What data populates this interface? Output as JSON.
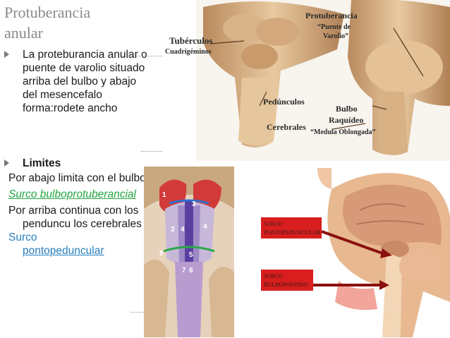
{
  "slide": {
    "title_line1": "Protuberancia",
    "title_line2": "anular",
    "bullet1": "La proteburancia anular o puente de varolio situado  arriba del bulbo y abajo del mesencefalo forma:rodete  ancho",
    "bullet2": "Limites",
    "para1": "Por abajo limita  con el bulbo",
    "surco1": "Surco bulboprotuberancial",
    "para2": "Por arriba continua con los penduncu los cerebrales",
    "surco2_line1": "Surco",
    "surco2_line2": "pontopeduncular"
  },
  "figure_top": {
    "tuberculos_1": "Tubérculos",
    "tuberculos_2": "Cuadrigéminos",
    "protuberancia_1": "Protuberancia",
    "protuberancia_2": "“Puente de",
    "protuberancia_3": "Varolio”",
    "pedunculos": "Pedúnculos",
    "cerebrales": "Cerebrales",
    "bulbo_1": "Bulbo",
    "bulbo_2": "Raquídeo",
    "medula": "“Medula Oblongada”"
  },
  "figure_middle": {
    "numbers": [
      "1",
      "2",
      "3",
      "4",
      "4",
      "5",
      "6",
      "7",
      "8"
    ]
  },
  "figure_right": {
    "surco_ponto_1": "SURCO",
    "surco_ponto_2": "PONTOPEDUNCULAR",
    "surco_bulbo_1": "SURCO",
    "surco_bulbo_2": "BULBOPONTINO"
  },
  "colors": {
    "title": "#8a8a8a",
    "surco_green": "#22a640",
    "surco_blue": "#2a7fc0",
    "label_red": "#d81e1e"
  }
}
